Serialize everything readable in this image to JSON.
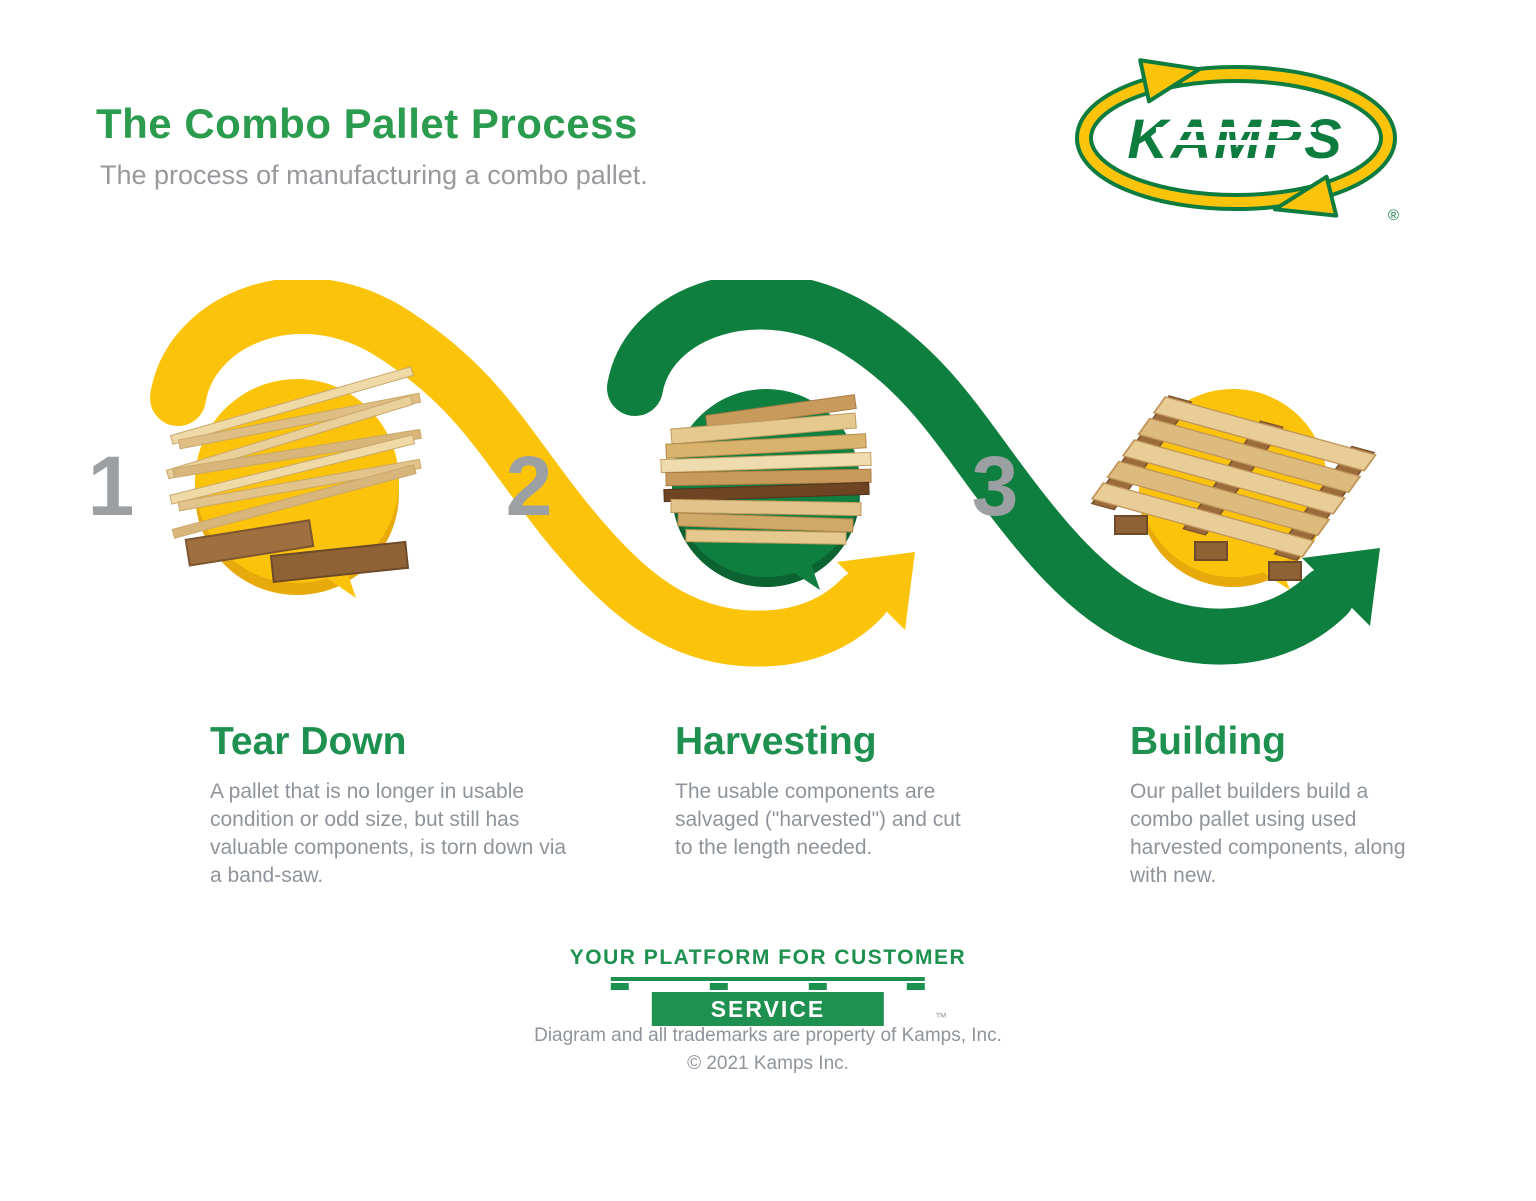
{
  "header": {
    "title": "The Combo Pallet Process",
    "subtitle": "The process of manufacturing a combo pallet.",
    "logo_text": "KAMPS",
    "logo_registered": "®"
  },
  "colors": {
    "brand_green": "#0E7C3F",
    "heading_green": "#1E9150",
    "brand_yellow": "#FCC30B",
    "dark_yellow": "#E8A90B",
    "dark_green": "#0A6331",
    "body_gray": "#8F949B",
    "number_gray": "#9DA0A3"
  },
  "steps": [
    {
      "number": "1",
      "heading": "Tear Down",
      "body": "A pallet that is no longer in usable condition or odd size, but still has valuable components, is torn down via a band-saw.",
      "icon": "torn-down-pallet-illustration"
    },
    {
      "number": "2",
      "heading": "Harvesting",
      "body": "The usable components are salvaged (\"harvested\") and cut to the length needed.",
      "icon": "harvested-boards-illustration"
    },
    {
      "number": "3",
      "heading": "Building",
      "body": "Our pallet builders build a combo pallet using used harvested components, along with new.",
      "icon": "combo-pallet-illustration"
    }
  ],
  "footer": {
    "tagline_line1": "YOUR PLATFORM FOR CUSTOMER",
    "tagline_line2": "SERVICE",
    "trademark": "™",
    "disclaimer_line1": "Diagram and all trademarks are property of Kamps, Inc.",
    "disclaimer_line2": "© 2021 Kamps Inc."
  }
}
